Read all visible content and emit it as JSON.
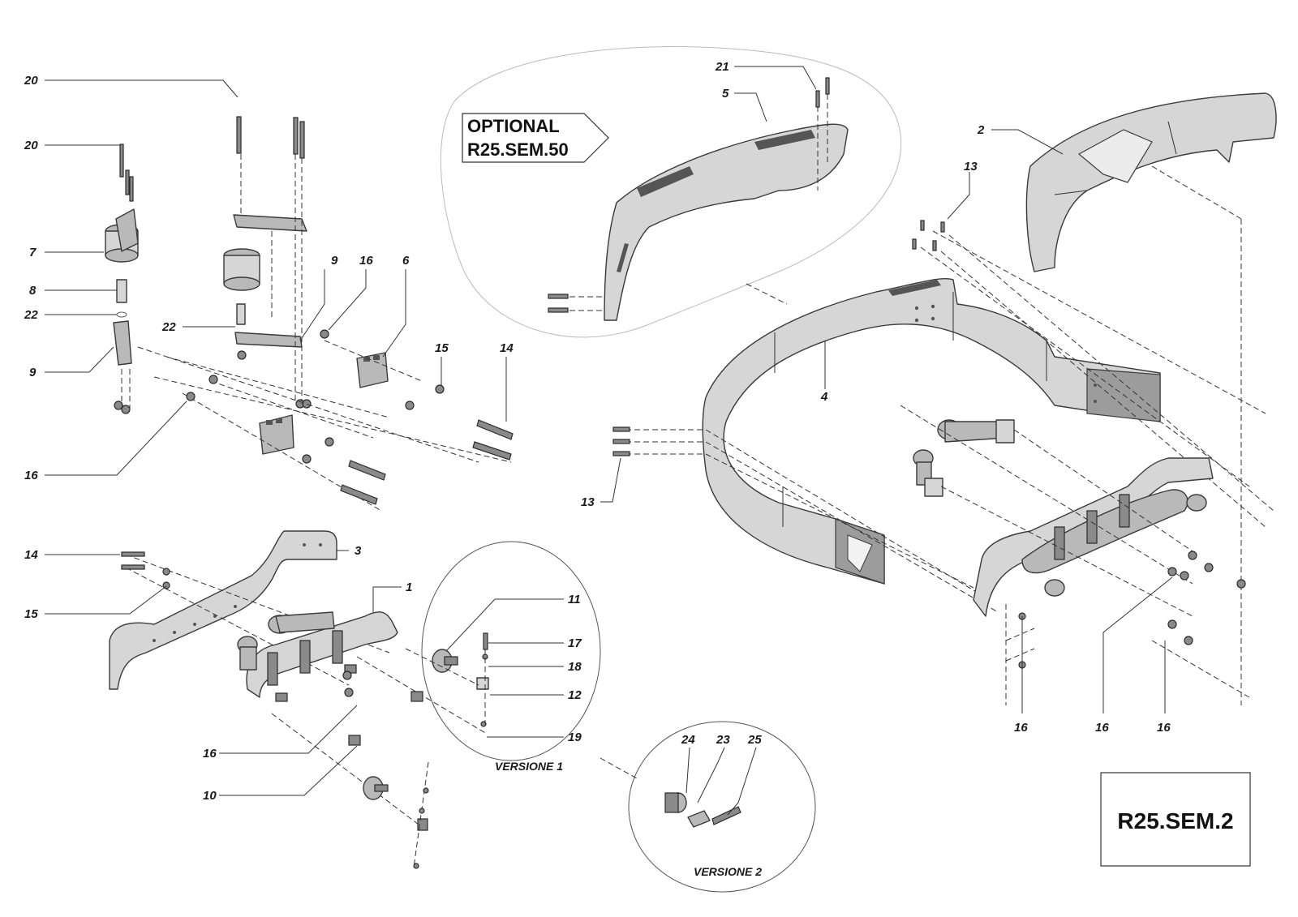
{
  "optional_box": {
    "line1": "OPTIONAL",
    "line2": "R25.SEM.50"
  },
  "drawing_code": "R25.SEM.2",
  "versions": {
    "v1": "VERSIONE 1",
    "v2": "VERSIONE 2"
  },
  "callouts": {
    "c20a": "20",
    "c20b": "20",
    "c7": "7",
    "c8": "8",
    "c22a": "22",
    "c9a": "9",
    "c16a": "16",
    "c22b": "22",
    "c9b": "9",
    "c16b": "16",
    "c6": "6",
    "c15a": "15",
    "c14a": "14",
    "c21": "21",
    "c5": "5",
    "c2": "2",
    "c13a": "13",
    "c4": "4",
    "c13b": "13",
    "c14b": "14",
    "c3": "3",
    "c1": "1",
    "c15b": "15",
    "c11": "11",
    "c17": "17",
    "c18": "18",
    "c12": "12",
    "c19": "19",
    "c16c": "16",
    "c10": "10",
    "c24": "24",
    "c23": "23",
    "c25": "25",
    "c16d": "16",
    "c16e": "16",
    "c16f": "16"
  }
}
